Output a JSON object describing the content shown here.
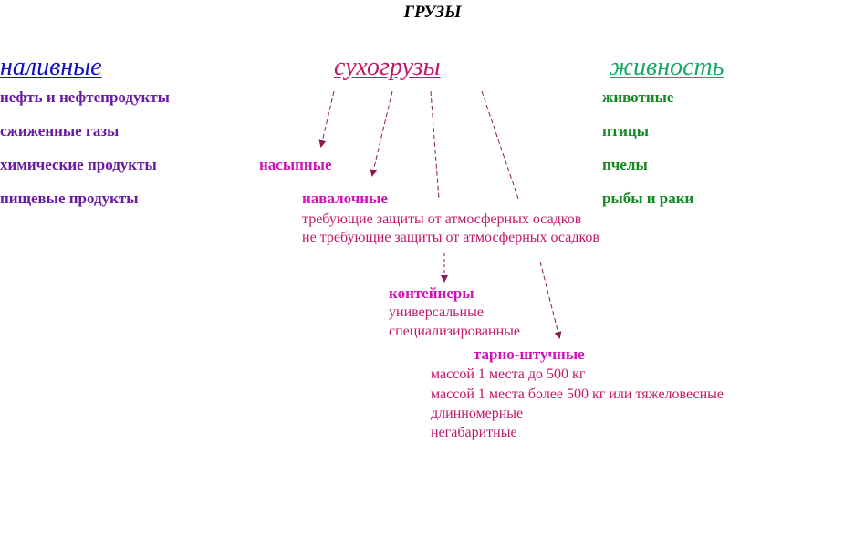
{
  "title": "ГРУЗЫ",
  "colors": {
    "liquid": "#1010c8",
    "liquid_items": "#6a1aa0",
    "dry": "#c0186a",
    "dry_items": "#d012b8",
    "live": "#16a86a",
    "live_items": "#128a20",
    "arrow": "#8a1a50"
  },
  "liquid": {
    "label": "наливные",
    "items": [
      "нефть и нефтепродукты",
      "сжиженные газы",
      "химические продукты",
      "пищевые продукты"
    ]
  },
  "dry": {
    "label": "сухогрузы",
    "bulk": {
      "label": "насыпные"
    },
    "loose": {
      "label": "навалочные",
      "items": [
        "требующие защиты от атмосферных осадков",
        "не требующие защиты от атмосферных осадков"
      ]
    },
    "containers": {
      "label": "контейнеры",
      "items": [
        "универсальные",
        "специализированные"
      ]
    },
    "piece": {
      "label": "тарно-штучные",
      "items": [
        "массой 1 места до 500 кг",
        "массой 1 места более 500 кг или тяжеловесные",
        "длинномерные",
        "негабаритные"
      ]
    }
  },
  "live": {
    "label": "живность",
    "items": [
      "животные",
      "птицы",
      "пчелы",
      "рыбы и раки"
    ]
  }
}
